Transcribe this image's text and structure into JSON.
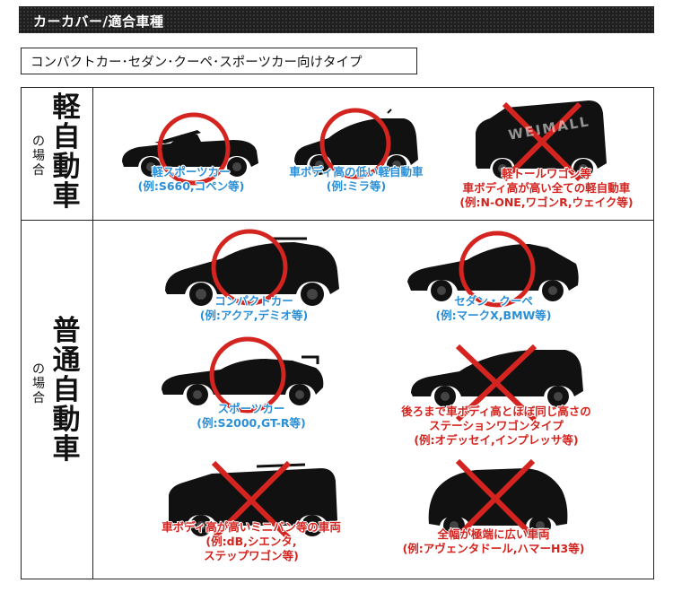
{
  "header": {
    "title": "カーカバー/適合車種"
  },
  "subtitle": "コンパクトカー･セダン･クーペ･スポーツカー向けタイプ",
  "watermark": "WEIMALL",
  "colors": {
    "ok_text": "#2a8fd6",
    "ng_text": "#d3241f",
    "circle": "#d3241f",
    "cross": "#d3241f"
  },
  "rows": {
    "kei": {
      "big": [
        "軽",
        "自",
        "動",
        "車"
      ],
      "small": [
        "の",
        "場",
        "合"
      ]
    },
    "futsu": {
      "big": [
        "普",
        "通",
        "自",
        "動",
        "車"
      ],
      "small": [
        "の",
        "場",
        "合"
      ]
    }
  },
  "kei_items": [
    {
      "mark": "circle",
      "icon": "convertible-car-icon",
      "lines": [
        "軽スポーツカー",
        "(例:S660,コペン等)"
      ]
    },
    {
      "mark": "circle",
      "icon": "hatchback-car-icon",
      "lines": [
        "車ボディ高の低い軽自動車",
        "(例:ミラ等)"
      ]
    },
    {
      "mark": "cross",
      "icon": "tall-wagon-car-icon",
      "lines": [
        "軽トールワゴン等",
        "車ボディ高が高い全ての軽自動車",
        "(例:N-ONE,ワゴンR,ウェイク等)"
      ]
    }
  ],
  "futsu_items": [
    {
      "mark": "circle",
      "icon": "compact-car-icon",
      "lines": [
        "コンパクトカー",
        "(例:アクア,デミオ等)"
      ]
    },
    {
      "mark": "circle",
      "icon": "sedan-car-icon",
      "lines": [
        "セダン・クーペ",
        "(例:マークX,BMW等)"
      ]
    },
    {
      "mark": "circle",
      "icon": "sports-car-icon",
      "lines": [
        "スポーツカー",
        "(例:S2000,GT-R等)"
      ]
    },
    {
      "mark": "cross",
      "icon": "station-wagon-car-icon",
      "lines": [
        "後ろまで車ボディ高とほぼ同じ高さの",
        "ステーションワゴンタイプ",
        "(例:オデッセイ,インプレッサ等)"
      ]
    },
    {
      "mark": "cross",
      "icon": "minivan-car-icon",
      "lines": [
        "車ボディ高が高いミニバン等の車両",
        "(例:dB,シエンタ,",
        "ステップワゴン等)"
      ]
    },
    {
      "mark": "cross",
      "icon": "wide-suv-car-icon",
      "lines": [
        "全幅が極端に広い車両",
        "(例:アヴェンタドール,ハマーH3等)"
      ]
    }
  ]
}
